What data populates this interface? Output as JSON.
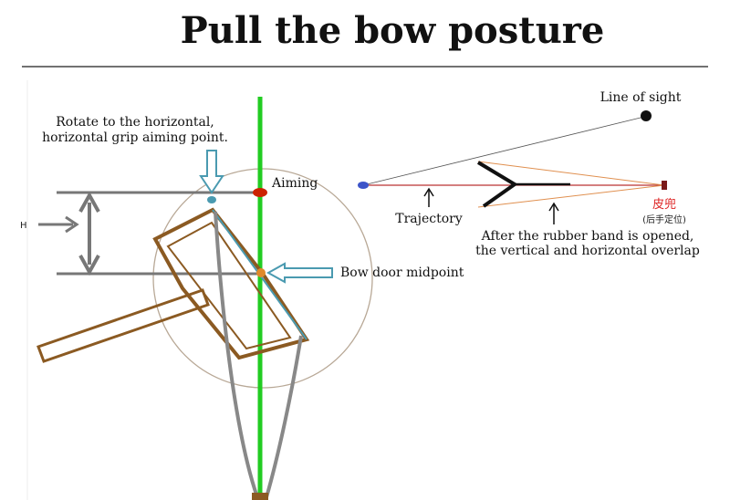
{
  "title": "Pull the bow posture",
  "labels": {
    "rotate_line1": "Rotate to the horizontal,",
    "rotate_line2": "horizontal grip aiming point.",
    "aiming": "Aiming",
    "bow_door_midpoint": "Bow door midpoint",
    "line_of_sight": "Line of sight",
    "trajectory": "Trajectory",
    "rubber_line1": "After the rubber band is opened,",
    "rubber_line2": "the vertical and horizontal overlap",
    "pouch_zh": "皮兜",
    "pouch_note_zh": "(后手定位)",
    "side_mark": "H"
  },
  "colors": {
    "green_line": "#22cc22",
    "brown_frame": "#8b5a22",
    "arrow_blue": "#4a9ab0",
    "gray_line": "#777777",
    "aim_red": "#cc2200",
    "midpoint_orange": "#e08a2a",
    "pouch_red": "#d22222",
    "trajectory_red": "#b33",
    "band_orange": "#e09050"
  }
}
